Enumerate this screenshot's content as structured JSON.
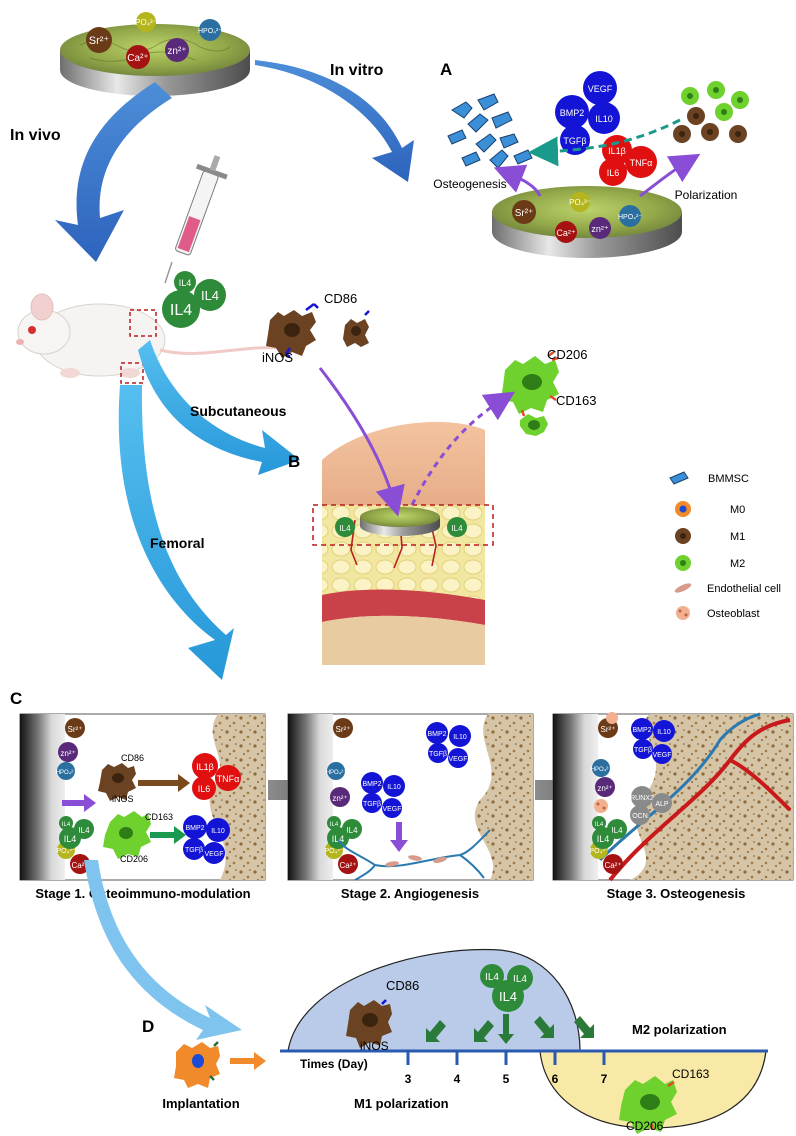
{
  "panels": {
    "A": "A",
    "B": "B",
    "C": "C",
    "D": "D"
  },
  "routes": {
    "in_vitro": "In vitro",
    "in_vivo": "In vivo",
    "subcutaneous": "Subcutaneous",
    "femoral": "Femoral"
  },
  "ions": {
    "sr": "Sr²⁺",
    "po4": "PO₄³⁻",
    "hpo4": "HPO₄²⁻",
    "zn": "zn²⁺",
    "ca": "Ca²⁺"
  },
  "cytokines": {
    "vegf": "VEGF",
    "bmp2": "BMP2",
    "il10": "IL10",
    "tgfb": "TGFβ",
    "il1b": "IL1β",
    "tnfa": "TNFα",
    "il6": "IL6",
    "il4": "IL4"
  },
  "panel_a": {
    "osteogenesis": "Osteogenesis",
    "polarization": "Polarization"
  },
  "markers": {
    "cd86": "CD86",
    "inos": "iNOS",
    "cd206": "CD206",
    "cd163": "CD163",
    "runx2": "RUNX2",
    "alp": "ALP",
    "ocn": "OCN"
  },
  "legend": [
    {
      "key": "bmmsc",
      "label": "BMMSC"
    },
    {
      "key": "m0",
      "label": "M0"
    },
    {
      "key": "m1",
      "label": "M1"
    },
    {
      "key": "m2",
      "label": "M2"
    },
    {
      "key": "endothelial",
      "label": "Endothelial cell"
    },
    {
      "key": "osteoblast",
      "label": "Osteoblast"
    }
  ],
  "stages": [
    "Stage 1. Osteoimmuno-modulation",
    "Stage 2. Angiogenesis",
    "Stage 3. Osteogenesis"
  ],
  "timeline": {
    "axis_label": "Times (Day)",
    "days": [
      "3",
      "4",
      "5",
      "6",
      "7"
    ],
    "implantation": "Implantation",
    "m1_polarization": "M1 polarization",
    "m2_polarization": "M2 polarization"
  },
  "colors": {
    "blue_arrow": "#2f6fc8",
    "light_blue_arrow": "#3aaae2",
    "purple_arrow": "#8a4ed6",
    "teal_arrow": "#1a9a8a",
    "bmp_blue": "#1414d6",
    "inflam_red": "#e01010",
    "il4_green": "#2e8b3a",
    "m1_brown": "#6b4222",
    "m2_green": "#5bbd2e",
    "dome_blue": "#b9cbe8",
    "bowl_yellow": "#f8e9a6"
  }
}
